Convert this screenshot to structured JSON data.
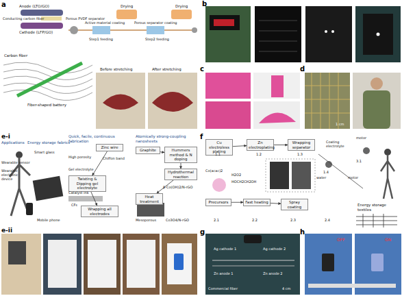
{
  "diagram": {
    "nodes": [
      {
        "text": [
          "Zinc wire"
        ]
      },
      {
        "text": [
          "Twisting & Dipping gel electrolyte"
        ]
      },
      {
        "text": [
          "Wrapping all electrodes"
        ]
      },
      {
        "text": [
          "Graphite"
        ]
      },
      {
        "text": [
          "Hummers method & N doping"
        ]
      },
      {
        "text": [
          "Hydrothermal reaction"
        ]
      },
      {
        "text": [
          "Heat treatment"
        ]
      },
      {
        "text": [
          "Cu electroless plating"
        ]
      },
      {
        "text": [
          "Zn electroplating"
        ]
      },
      {
        "text": [
          "Wrapping separator"
        ]
      },
      {
        "text": [
          "Precursors"
        ]
      },
      {
        "text": [
          "Fast heating"
        ]
      },
      {
        "text": [
          "Spray coating"
        ]
      }
    ],
    "edges": [
      {
        "from": 0,
        "to": 1,
        "arrow": "to"
      },
      {
        "from": 1,
        "to": 2,
        "arrow": "to"
      },
      {
        "from": 3,
        "to": 4,
        "arrow": "to"
      },
      {
        "from": 4,
        "to": 5,
        "arrow": "to"
      },
      {
        "from": 5,
        "to": 6,
        "arrow": "to"
      },
      {
        "from": 7,
        "to": 8,
        "arrow": "to"
      },
      {
        "from": 8,
        "to": 9,
        "arrow": "to"
      },
      {
        "from": 10,
        "to": 11,
        "arrow": "to"
      },
      {
        "from": 11,
        "to": 12,
        "arrow": "to"
      }
    ],
    "labels": [
      "a",
      "Anode (LTO/GO)",
      "Conducting carbon fiber",
      "Porous PVDF separator",
      "Cathode (LFP/GO)",
      "Active material coating",
      "Drying",
      "Porous separator coating",
      "Drying",
      "Step1 feeding",
      "Step2 feeding",
      "Carbon fiber",
      "Fiber-shaped battery",
      "Before stretching",
      "After stretching",
      "b",
      "c",
      "d",
      "1 cm",
      "e-i",
      "Applications",
      "Energy storage fabrics",
      "Quick, facile, continuous fabrication",
      "Atomically strong-coupling nanosheets",
      "Smart glass",
      "Wearable sensor",
      "Wearable electronic device",
      "Mobile phone",
      "High porosity",
      "Chiffon band",
      "Gel electrolyte",
      "Catalyst ink",
      "CFs",
      "Mesoporous",
      "Co3O4/N-rGO",
      "β-Co(OH)2/N-rGO",
      "e-ii",
      "f",
      "1.1",
      "1.2",
      "1.3",
      "Coating electrolyte",
      "1.4",
      "3.1",
      "motor",
      "motor",
      "water",
      "Co(acac)2",
      "H2O2",
      "HOCH2CH2OH",
      "2.1",
      "2.2",
      "2.3",
      "2.4",
      "Energy storage textiles",
      "g",
      "Ag cathode 1",
      "Ag cathode 2",
      "Zn anode 1",
      "Zn anode 2",
      "Commercial fiber",
      "4 cm",
      "h",
      "OFF",
      "ON"
    ]
  }
}
